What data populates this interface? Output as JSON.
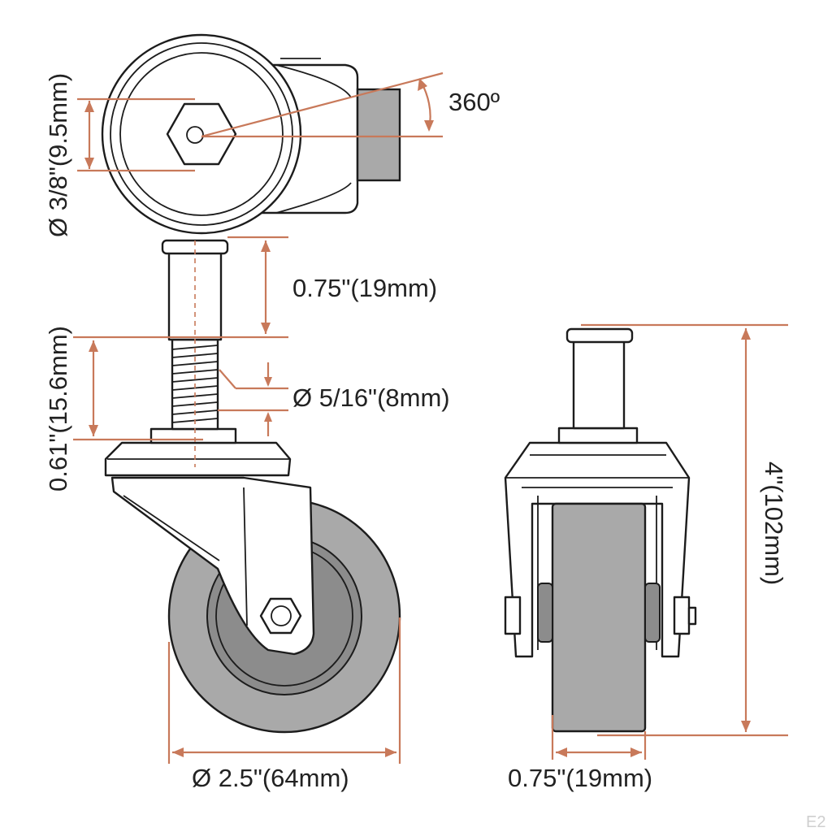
{
  "colors": {
    "dimension_line": "#c8795a",
    "outline": "#1c1c1c",
    "wheel": "#a9a9a9",
    "hub": "#8c8c8c",
    "text": "#222222"
  },
  "labels": {
    "plate_hole": "Ø 3/8\"(9.5mm)",
    "swivel": "360º",
    "stem_length": "0.75\"(19mm)",
    "thread_diameter": "Ø 5/16\"(8mm)",
    "thread_length": "0.61\"(15.6mm)",
    "wheel_diameter": "Ø 2.5\"(64mm)",
    "wheel_width": "0.75\"(19mm)",
    "overall_height": "4\"(102mm)"
  },
  "corner_tag": "E2"
}
